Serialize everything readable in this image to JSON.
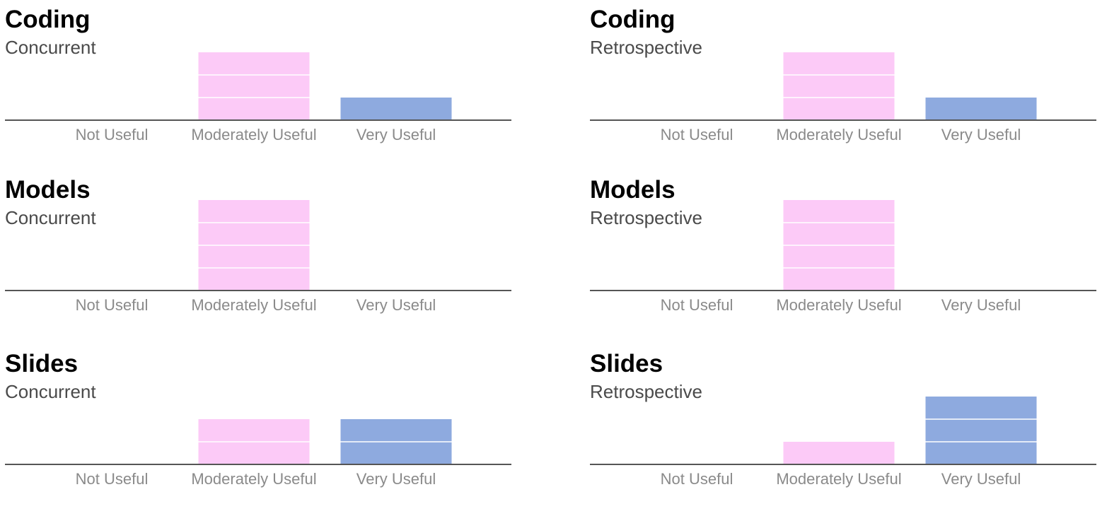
{
  "chart_data": [
    {
      "type": "bar",
      "title": "Coding",
      "subtitle": "Concurrent",
      "categories": [
        "Not Useful",
        "Moderately Useful",
        "Very Useful"
      ],
      "values": [
        0,
        3,
        1
      ],
      "colors": [
        "#fccaf7",
        "#fccaf7",
        "#8eaadf"
      ],
      "ylim": [
        0,
        3
      ],
      "grid": false,
      "segment_dividers": true
    },
    {
      "type": "bar",
      "title": "Coding",
      "subtitle": "Retrospective",
      "categories": [
        "Not Useful",
        "Moderately Useful",
        "Very Useful"
      ],
      "values": [
        0,
        3,
        1
      ],
      "colors": [
        "#fccaf7",
        "#fccaf7",
        "#8eaadf"
      ],
      "ylim": [
        0,
        3
      ],
      "grid": false,
      "segment_dividers": true
    },
    {
      "type": "bar",
      "title": "Models",
      "subtitle": "Concurrent",
      "categories": [
        "Not Useful",
        "Moderately Useful",
        "Very Useful"
      ],
      "values": [
        0,
        4,
        0
      ],
      "colors": [
        "#fccaf7",
        "#fccaf7",
        "#8eaadf"
      ],
      "ylim": [
        0,
        4
      ],
      "grid": false,
      "segment_dividers": true
    },
    {
      "type": "bar",
      "title": "Models",
      "subtitle": "Retrospective",
      "categories": [
        "Not Useful",
        "Moderately Useful",
        "Very Useful"
      ],
      "values": [
        0,
        4,
        0
      ],
      "colors": [
        "#fccaf7",
        "#fccaf7",
        "#8eaadf"
      ],
      "ylim": [
        0,
        4
      ],
      "grid": false,
      "segment_dividers": true
    },
    {
      "type": "bar",
      "title": "Slides",
      "subtitle": "Concurrent",
      "categories": [
        "Not Useful",
        "Moderately Useful",
        "Very Useful"
      ],
      "values": [
        0,
        2,
        2
      ],
      "colors": [
        "#fccaf7",
        "#fccaf7",
        "#8eaadf"
      ],
      "ylim": [
        0,
        3
      ],
      "grid": false,
      "segment_dividers": true
    },
    {
      "type": "bar",
      "title": "Slides",
      "subtitle": "Retrospective",
      "categories": [
        "Not Useful",
        "Moderately Useful",
        "Very Useful"
      ],
      "values": [
        0,
        1,
        3
      ],
      "colors": [
        "#fccaf7",
        "#fccaf7",
        "#8eaadf"
      ],
      "ylim": [
        0,
        3
      ],
      "grid": false,
      "segment_dividers": true
    }
  ],
  "style": {
    "axis_color": "#555555",
    "divider_color": "#ffffff"
  }
}
